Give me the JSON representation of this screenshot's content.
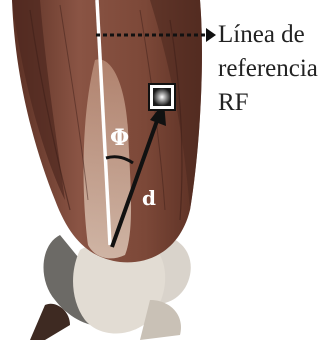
{
  "annotation": {
    "line1": "Línea de",
    "line2": "referencia",
    "line3": "RF"
  },
  "symbols": {
    "angle": "Φ",
    "distance": "d"
  },
  "colors": {
    "background": "#ffffff",
    "muscle_dark": "#6a3a2c",
    "muscle_mid": "#8a5444",
    "muscle_light": "#a8725e",
    "tendon": "#cfb3a2",
    "bone": "#d8d1c8",
    "reference_line": "#ffffff",
    "vector": "#111111",
    "text": "#222222"
  },
  "icons": {
    "marker": "reflective-marker-square-icon",
    "arrowhead": "arrowhead-icon"
  }
}
